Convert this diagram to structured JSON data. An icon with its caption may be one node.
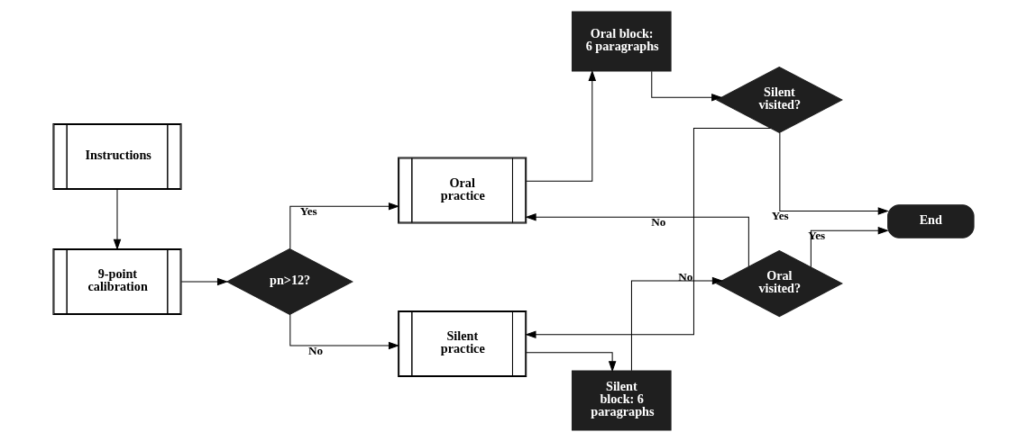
{
  "diagram": {
    "nodes": [
      {
        "text": [
          "Instructions"
        ]
      },
      {
        "text": [
          "9-point calibration"
        ]
      },
      {
        "text": [
          "pn>12?"
        ]
      },
      {
        "text": [
          "Oral practice"
        ]
      },
      {
        "text": [
          "Oral block: 6 paragraphs"
        ]
      },
      {
        "text": [
          "Silent visited?"
        ]
      },
      {
        "text": [
          "Silent practice"
        ]
      },
      {
        "text": [
          "Silent block: 6 paragraphs"
        ]
      },
      {
        "text": [
          "Oral visited?"
        ]
      },
      {
        "text": [
          "End"
        ]
      }
    ],
    "edges": [
      {
        "from": 0,
        "to": 1,
        "arrow": "to"
      },
      {
        "from": 1,
        "to": 2,
        "arrow": "to"
      },
      {
        "from": 2,
        "to": 3,
        "arrow": "to",
        "label": "Yes"
      },
      {
        "from": 2,
        "to": 6,
        "arrow": "to",
        "label": "No"
      },
      {
        "from": 3,
        "to": 4,
        "arrow": "to"
      },
      {
        "from": 4,
        "to": 5,
        "arrow": "to"
      },
      {
        "from": 5,
        "to": 9,
        "arrow": "to",
        "label": "Yes"
      },
      {
        "from": 5,
        "to": 6,
        "arrow": "to",
        "label": "No"
      },
      {
        "from": 8,
        "to": 3,
        "arrow": "to",
        "label": "No"
      },
      {
        "from": 6,
        "to": 7,
        "arrow": "to"
      },
      {
        "from": 7,
        "to": 8,
        "arrow": "to"
      },
      {
        "from": 8,
        "to": 9,
        "arrow": "to",
        "label": "Yes"
      }
    ]
  }
}
